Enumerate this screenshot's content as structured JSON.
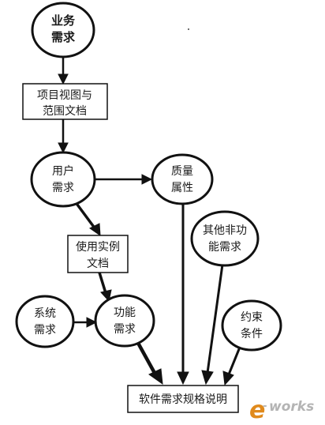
{
  "diagram": {
    "nodes": {
      "business_req": {
        "lines": [
          "业务",
          "需求"
        ]
      },
      "vision_scope": {
        "lines": [
          "项目视图与",
          "范围文档"
        ]
      },
      "user_req": {
        "lines": [
          "用户",
          "需求"
        ]
      },
      "quality_attr": {
        "lines": [
          "质量",
          "属性"
        ]
      },
      "nonfunc_req": {
        "lines": [
          "其他非功",
          "能需求"
        ]
      },
      "use_case": {
        "lines": [
          "使用实例",
          "文档"
        ]
      },
      "system_req": {
        "lines": [
          "系统",
          "需求"
        ]
      },
      "functional_req": {
        "lines": [
          "功能",
          "需求"
        ]
      },
      "constraints": {
        "lines": [
          "约束",
          "条件"
        ]
      },
      "srs": {
        "lines": [
          "软件需求规格说明"
        ]
      }
    },
    "watermark": {
      "e": "e",
      "dash": "-",
      "works": "works"
    }
  }
}
